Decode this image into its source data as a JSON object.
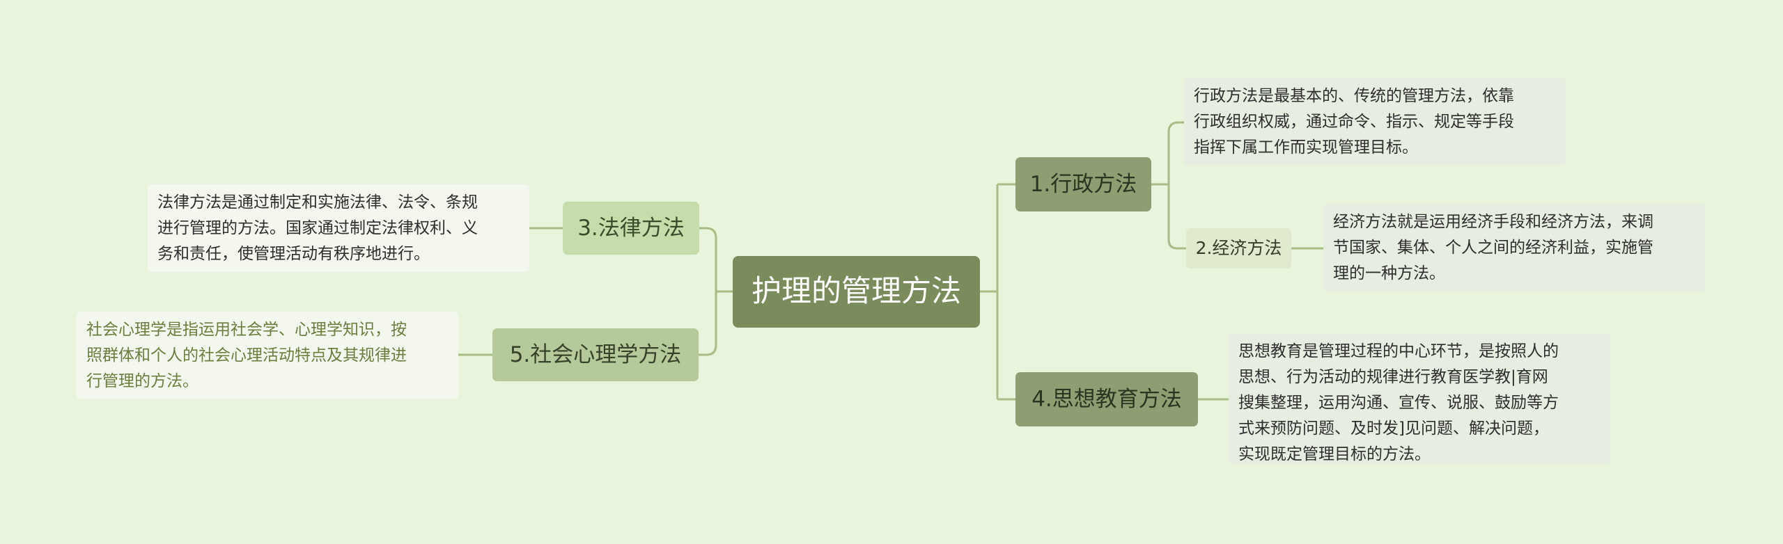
{
  "root": {
    "label": "护理的管理方法"
  },
  "branches": {
    "administrative": {
      "label": "1.行政方法",
      "note_lines": [
        "行政方法是最基本的、传统的管理方法，依靠",
        "行政组织权威，通过命令、指示、规定等手段",
        "指挥下属工作而实现管理目标。"
      ],
      "child": {
        "label": "2.经济方法",
        "note_lines": [
          "经济方法就是运用经济手段和经济方法，来调",
          "节国家、集体、个人之间的经济利益，实施管",
          "理的一种方法。"
        ]
      }
    },
    "legal": {
      "label": "3.法律方法",
      "note_lines": [
        "法律方法是通过制定和实施法律、法令、条规",
        "进行管理的方法。国家通过制定法律权利、义",
        "务和责任，使管理活动有秩序地进行。"
      ]
    },
    "ideological": {
      "label": "4.思想教育方法",
      "note_lines": [
        "思想教育是管理过程的中心环节，是按照人的",
        "思想、行为活动的规律进行教育医学教|育网",
        "搜集整理，运用沟通、宣传、说服、鼓励等方",
        "式来预防问题、及时发]见问题、解决问题，",
        "实现既定管理目标的方法。"
      ]
    },
    "social_psychology": {
      "label": "5.社会心理学方法",
      "note_lines": [
        "社会心理学是指运用社会学、心理学知识，按",
        "照群体和个人的社会心理活动特点及其规律进",
        "行管理的方法。"
      ]
    }
  },
  "colors": {
    "background": "#e8f4dc",
    "root": "#7a8b5c",
    "connector": "#a7bd86",
    "note_green_text": "#6a7f3e"
  }
}
